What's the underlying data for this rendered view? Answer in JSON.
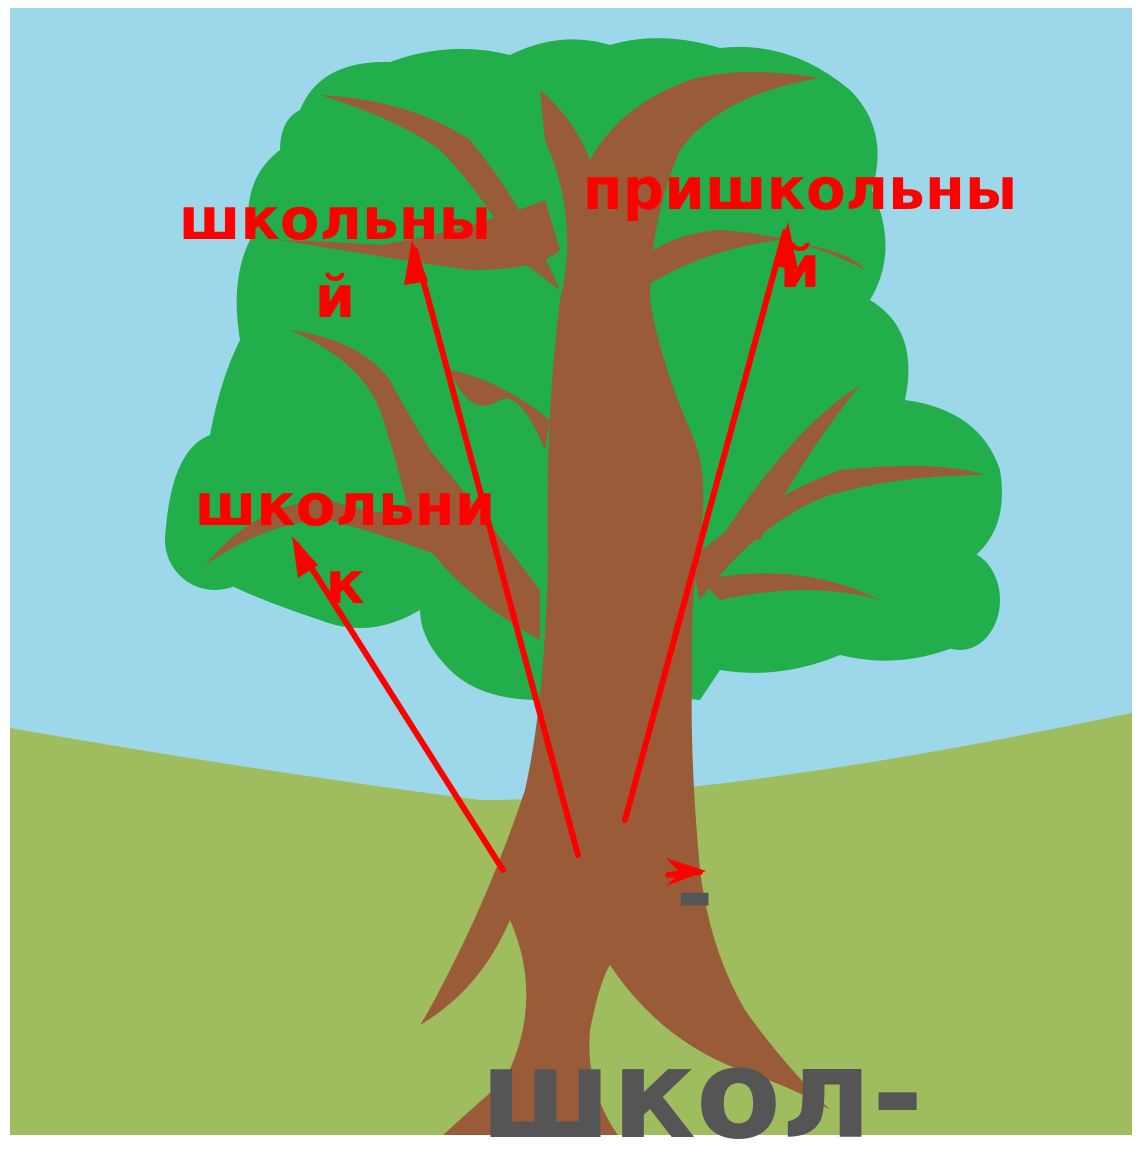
{
  "colors": {
    "sky": "#9dd8ea",
    "ground": "#9fbc5e",
    "foliage": "#22ae4b",
    "trunk": "#9a5b38",
    "arrows": "#ff0000",
    "words": "#ff0000",
    "root_text": "#555555"
  },
  "derived_words": [
    {
      "lines": [
        "школьны",
        "й"
      ]
    },
    {
      "lines": [
        "пришкольны",
        "й"
      ]
    },
    {
      "lines": [
        "школьни",
        "к"
      ]
    }
  ],
  "root": {
    "dash": "-",
    "text": "школ-"
  }
}
